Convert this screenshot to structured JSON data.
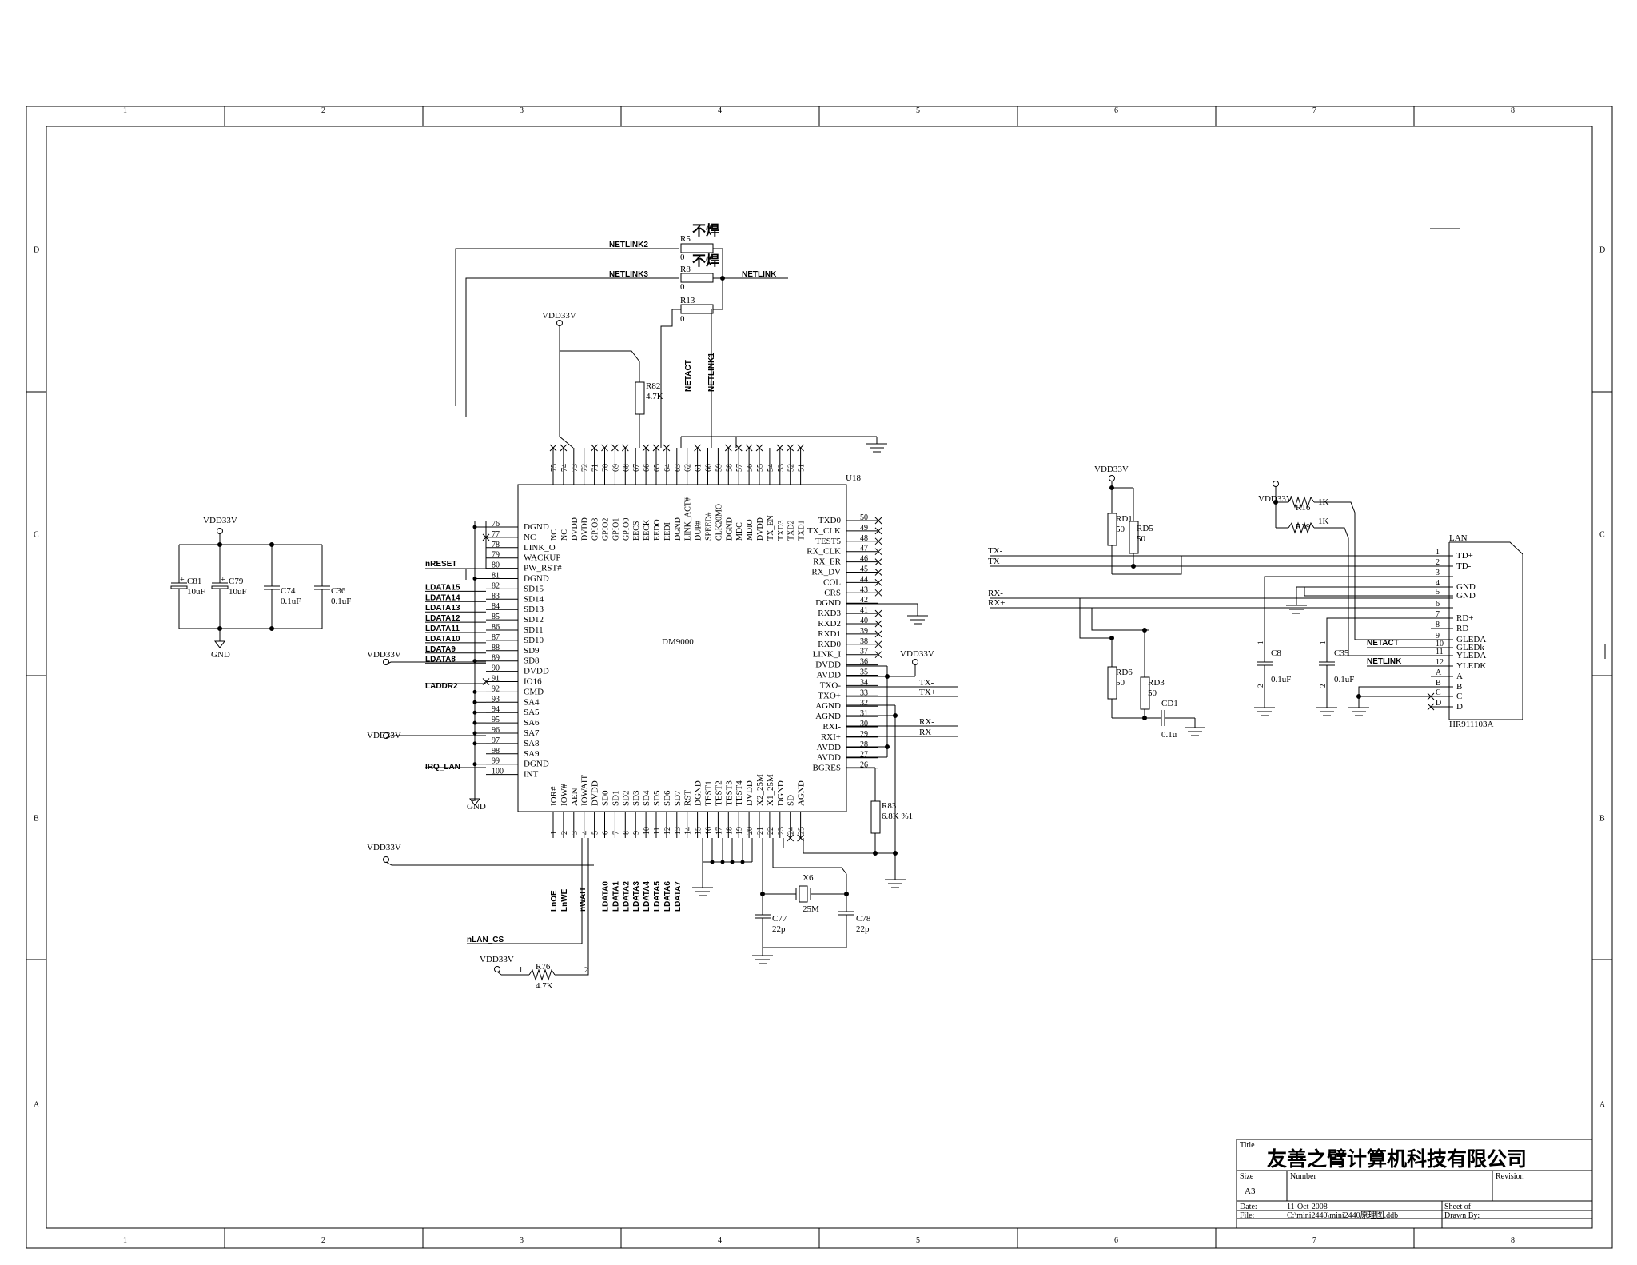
{
  "border": {
    "columns": [
      "1",
      "2",
      "3",
      "4",
      "5",
      "6",
      "7",
      "8"
    ],
    "rows": [
      "D",
      "C",
      "B",
      "A"
    ]
  },
  "u18": {
    "ref": "U18",
    "part": "DM9000",
    "top_pins": [
      {
        "num": "75",
        "name": "NC"
      },
      {
        "num": "74",
        "name": "NC"
      },
      {
        "num": "73",
        "name": "DVDD"
      },
      {
        "num": "72",
        "name": "DVDD"
      },
      {
        "num": "71",
        "name": "GPIO3"
      },
      {
        "num": "70",
        "name": "GPIO2"
      },
      {
        "num": "69",
        "name": "GPIO1"
      },
      {
        "num": "68",
        "name": "GPIO0"
      },
      {
        "num": "67",
        "name": "EECS"
      },
      {
        "num": "66",
        "name": "EECK"
      },
      {
        "num": "65",
        "name": "EEDO"
      },
      {
        "num": "64",
        "name": "EEDI"
      },
      {
        "num": "63",
        "name": "DGND"
      },
      {
        "num": "62",
        "name": "LINK_ACT#"
      },
      {
        "num": "61",
        "name": "DUP#"
      },
      {
        "num": "60",
        "name": "SPEED#"
      },
      {
        "num": "59",
        "name": "CLK20MO"
      },
      {
        "num": "58",
        "name": "DGND"
      },
      {
        "num": "57",
        "name": "MDC"
      },
      {
        "num": "56",
        "name": "MDIO"
      },
      {
        "num": "55",
        "name": "DVDD"
      },
      {
        "num": "54",
        "name": "TX_EN"
      },
      {
        "num": "53",
        "name": "TXD3"
      },
      {
        "num": "52",
        "name": "TXD2"
      },
      {
        "num": "51",
        "name": "TXD1"
      }
    ],
    "left_pins": [
      {
        "num": "76",
        "name": "DGND"
      },
      {
        "num": "77",
        "name": "NC"
      },
      {
        "num": "78",
        "name": "LINK_O"
      },
      {
        "num": "79",
        "name": "WACKUP"
      },
      {
        "num": "80",
        "name": "PW_RST#"
      },
      {
        "num": "81",
        "name": "DGND"
      },
      {
        "num": "82",
        "name": "SD15"
      },
      {
        "num": "83",
        "name": "SD14"
      },
      {
        "num": "84",
        "name": "SD13"
      },
      {
        "num": "85",
        "name": "SD12"
      },
      {
        "num": "86",
        "name": "SD11"
      },
      {
        "num": "87",
        "name": "SD10"
      },
      {
        "num": "88",
        "name": "SD9"
      },
      {
        "num": "89",
        "name": "SD8"
      },
      {
        "num": "90",
        "name": "DVDD"
      },
      {
        "num": "91",
        "name": "IO16"
      },
      {
        "num": "92",
        "name": "CMD"
      },
      {
        "num": "93",
        "name": "SA4"
      },
      {
        "num": "94",
        "name": "SA5"
      },
      {
        "num": "95",
        "name": "SA6"
      },
      {
        "num": "96",
        "name": "SA7"
      },
      {
        "num": "97",
        "name": "SA8"
      },
      {
        "num": "98",
        "name": "SA9"
      },
      {
        "num": "99",
        "name": "DGND"
      },
      {
        "num": "100",
        "name": "INT"
      }
    ],
    "right_pins": [
      {
        "num": "50",
        "name": "TXD0"
      },
      {
        "num": "49",
        "name": "TX_CLK"
      },
      {
        "num": "48",
        "name": "TEST5"
      },
      {
        "num": "47",
        "name": "RX_CLK"
      },
      {
        "num": "46",
        "name": "RX_ER"
      },
      {
        "num": "45",
        "name": "RX_DV"
      },
      {
        "num": "44",
        "name": "COL"
      },
      {
        "num": "43",
        "name": "CRS"
      },
      {
        "num": "42",
        "name": "DGND"
      },
      {
        "num": "41",
        "name": "RXD3"
      },
      {
        "num": "40",
        "name": "RXD2"
      },
      {
        "num": "39",
        "name": "RXD1"
      },
      {
        "num": "38",
        "name": "RXD0"
      },
      {
        "num": "37",
        "name": "LINK_I"
      },
      {
        "num": "36",
        "name": "DVDD"
      },
      {
        "num": "35",
        "name": "AVDD"
      },
      {
        "num": "34",
        "name": "TXO-"
      },
      {
        "num": "33",
        "name": "TXO+"
      },
      {
        "num": "32",
        "name": "AGND"
      },
      {
        "num": "31",
        "name": "AGND"
      },
      {
        "num": "30",
        "name": "RXI-"
      },
      {
        "num": "29",
        "name": "RXI+"
      },
      {
        "num": "28",
        "name": "AVDD"
      },
      {
        "num": "27",
        "name": "AVDD"
      },
      {
        "num": "26",
        "name": "BGRES"
      }
    ],
    "bottom_pins": [
      {
        "num": "1",
        "name": "IOR#"
      },
      {
        "num": "2",
        "name": "IOW#"
      },
      {
        "num": "3",
        "name": "AEN"
      },
      {
        "num": "4",
        "name": "IOWAIT"
      },
      {
        "num": "5",
        "name": "DVDD"
      },
      {
        "num": "6",
        "name": "SD0"
      },
      {
        "num": "7",
        "name": "SD1"
      },
      {
        "num": "8",
        "name": "SD2"
      },
      {
        "num": "9",
        "name": "SD3"
      },
      {
        "num": "10",
        "name": "SD4"
      },
      {
        "num": "11",
        "name": "SD5"
      },
      {
        "num": "12",
        "name": "SD6"
      },
      {
        "num": "13",
        "name": "SD7"
      },
      {
        "num": "14",
        "name": "RST"
      },
      {
        "num": "15",
        "name": "DGND"
      },
      {
        "num": "16",
        "name": "TEST1"
      },
      {
        "num": "17",
        "name": "TEST2"
      },
      {
        "num": "18",
        "name": "TEST3"
      },
      {
        "num": "19",
        "name": "TEST4"
      },
      {
        "num": "20",
        "name": "DVDD"
      },
      {
        "num": "21",
        "name": "X2_25M"
      },
      {
        "num": "22",
        "name": "X1_25M"
      },
      {
        "num": "23",
        "name": "DGND"
      },
      {
        "num": "24",
        "name": "SD"
      },
      {
        "num": "25",
        "name": "AGND"
      }
    ]
  },
  "left_nets": {
    "nreset": "nRESET",
    "ldata": [
      "LDATA15",
      "LDATA14",
      "LDATA13",
      "LDATA12",
      "LDATA11",
      "LDATA10",
      "LDATA9",
      "LDATA8"
    ],
    "laddr2": "LADDR2",
    "irq": "IRQ_LAN"
  },
  "bottom_nets": {
    "strobes": [
      "LnOE",
      "LnWE",
      "nWAIT"
    ],
    "ldata": [
      "LDATA0",
      "LDATA1",
      "LDATA2",
      "LDATA3",
      "LDATA4",
      "LDATA5",
      "LDATA6",
      "LDATA7"
    ],
    "cs": "nLAN_CS"
  },
  "top_nets": {
    "netlink2": "NETLINK2",
    "netlink3": "NETLINK3",
    "netlink": "NETLINK",
    "netact": "NETACT",
    "netlink1": "NETLINK1",
    "r5": "R5",
    "r8": "R8",
    "r13": "R13",
    "zero": "0",
    "no_solder": "不焊",
    "r82": "R82",
    "r82_val": "4.7K"
  },
  "power": {
    "vdd": "VDD33V",
    "gnd": "GND"
  },
  "decoupling": [
    {
      "ref": "C81",
      "val": "10uF"
    },
    {
      "ref": "C79",
      "val": "10uF"
    },
    {
      "ref": "C74",
      "val": "0.1uF"
    },
    {
      "ref": "C36",
      "val": "0.1uF"
    }
  ],
  "r76": {
    "ref": "R76",
    "val": "4.7K",
    "pin1": "1",
    "pin2": "2"
  },
  "crystal": {
    "ref": "X6",
    "val": "25M",
    "c1": "C77",
    "c1_val": "22p",
    "c2": "C78",
    "c2_val": "22p"
  },
  "r83": {
    "ref": "R83",
    "val": "6.8K %1"
  },
  "phy_nets": {
    "txm": "TX-",
    "txp": "TX+",
    "rxm": "RX-",
    "rxp": "RX+"
  },
  "termination": {
    "rd1": "RD1",
    "rd5": "RD5",
    "rd6": "RD6",
    "rd3": "RD3",
    "val": "50",
    "cd1": "CD1",
    "cd1_val": "0.1u"
  },
  "lan": {
    "ref": "LAN",
    "part": "HR911103A",
    "pins": [
      {
        "num": "1",
        "name": "TD+"
      },
      {
        "num": "2",
        "name": "TD-"
      },
      {
        "num": "3",
        "name": ""
      },
      {
        "num": "4",
        "name": "GND"
      },
      {
        "num": "5",
        "name": "GND"
      },
      {
        "num": "6",
        "name": ""
      },
      {
        "num": "7",
        "name": "RD+"
      },
      {
        "num": "8",
        "name": "RD-"
      },
      {
        "num": "9",
        "name": "GLEDA"
      },
      {
        "num": "10",
        "name": "GLEDk"
      },
      {
        "num": "11",
        "name": "YLEDA"
      },
      {
        "num": "12",
        "name": "YLEDK"
      }
    ],
    "shield": [
      {
        "num": "A",
        "name": "A"
      },
      {
        "num": "B",
        "name": "B"
      },
      {
        "num": "C",
        "name": "C"
      },
      {
        "num": "D",
        "name": "D"
      }
    ],
    "netact": "NETACT",
    "netlink": "NETLINK",
    "r16": "R16",
    "r16_val": "1K",
    "r39": "R39",
    "r39_val": "1K",
    "c8": "C8",
    "c8_val": "0.1uF",
    "c35": "C35",
    "c35_val": "0.1uF",
    "cap_pin1": "1",
    "cap_pin2": "2"
  },
  "title_block": {
    "title_label": "Title",
    "title": "友善之臂计算机科技有限公司",
    "size_label": "Size",
    "size": "A3",
    "number_label": "Number",
    "revision_label": "Revision",
    "date_label": "Date:",
    "date": "11-Oct-2008",
    "file_label": "File:",
    "file": "C:\\mini2440\\mini2440原理图.ddb",
    "sheet_label": "Sheet    of",
    "drawn_label": "Drawn By:"
  }
}
